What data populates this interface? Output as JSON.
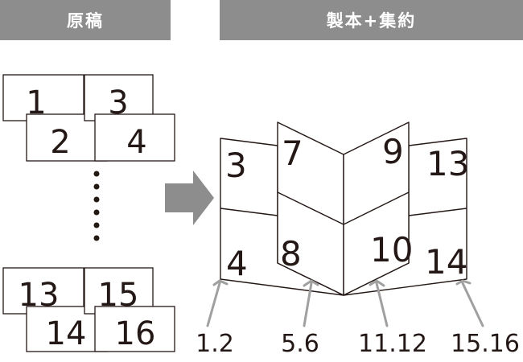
{
  "headers": {
    "original": "原稿",
    "result": "製本+集約"
  },
  "original_pages": {
    "top": [
      "1",
      "2",
      "3",
      "4"
    ],
    "bottom": [
      "13",
      "14",
      "15",
      "16"
    ]
  },
  "booklet_pages": {
    "p3": "3",
    "p4": "4",
    "p7": "7",
    "p8": "8",
    "p9": "9",
    "p10": "10",
    "p13": "13",
    "p14": "14"
  },
  "sheet_labels": [
    "1.2",
    "5.6",
    "11.12",
    "15.16"
  ],
  "colors": {
    "header": "#8d8d8d",
    "arrow": "#a0a0a0",
    "line": "#231815"
  }
}
